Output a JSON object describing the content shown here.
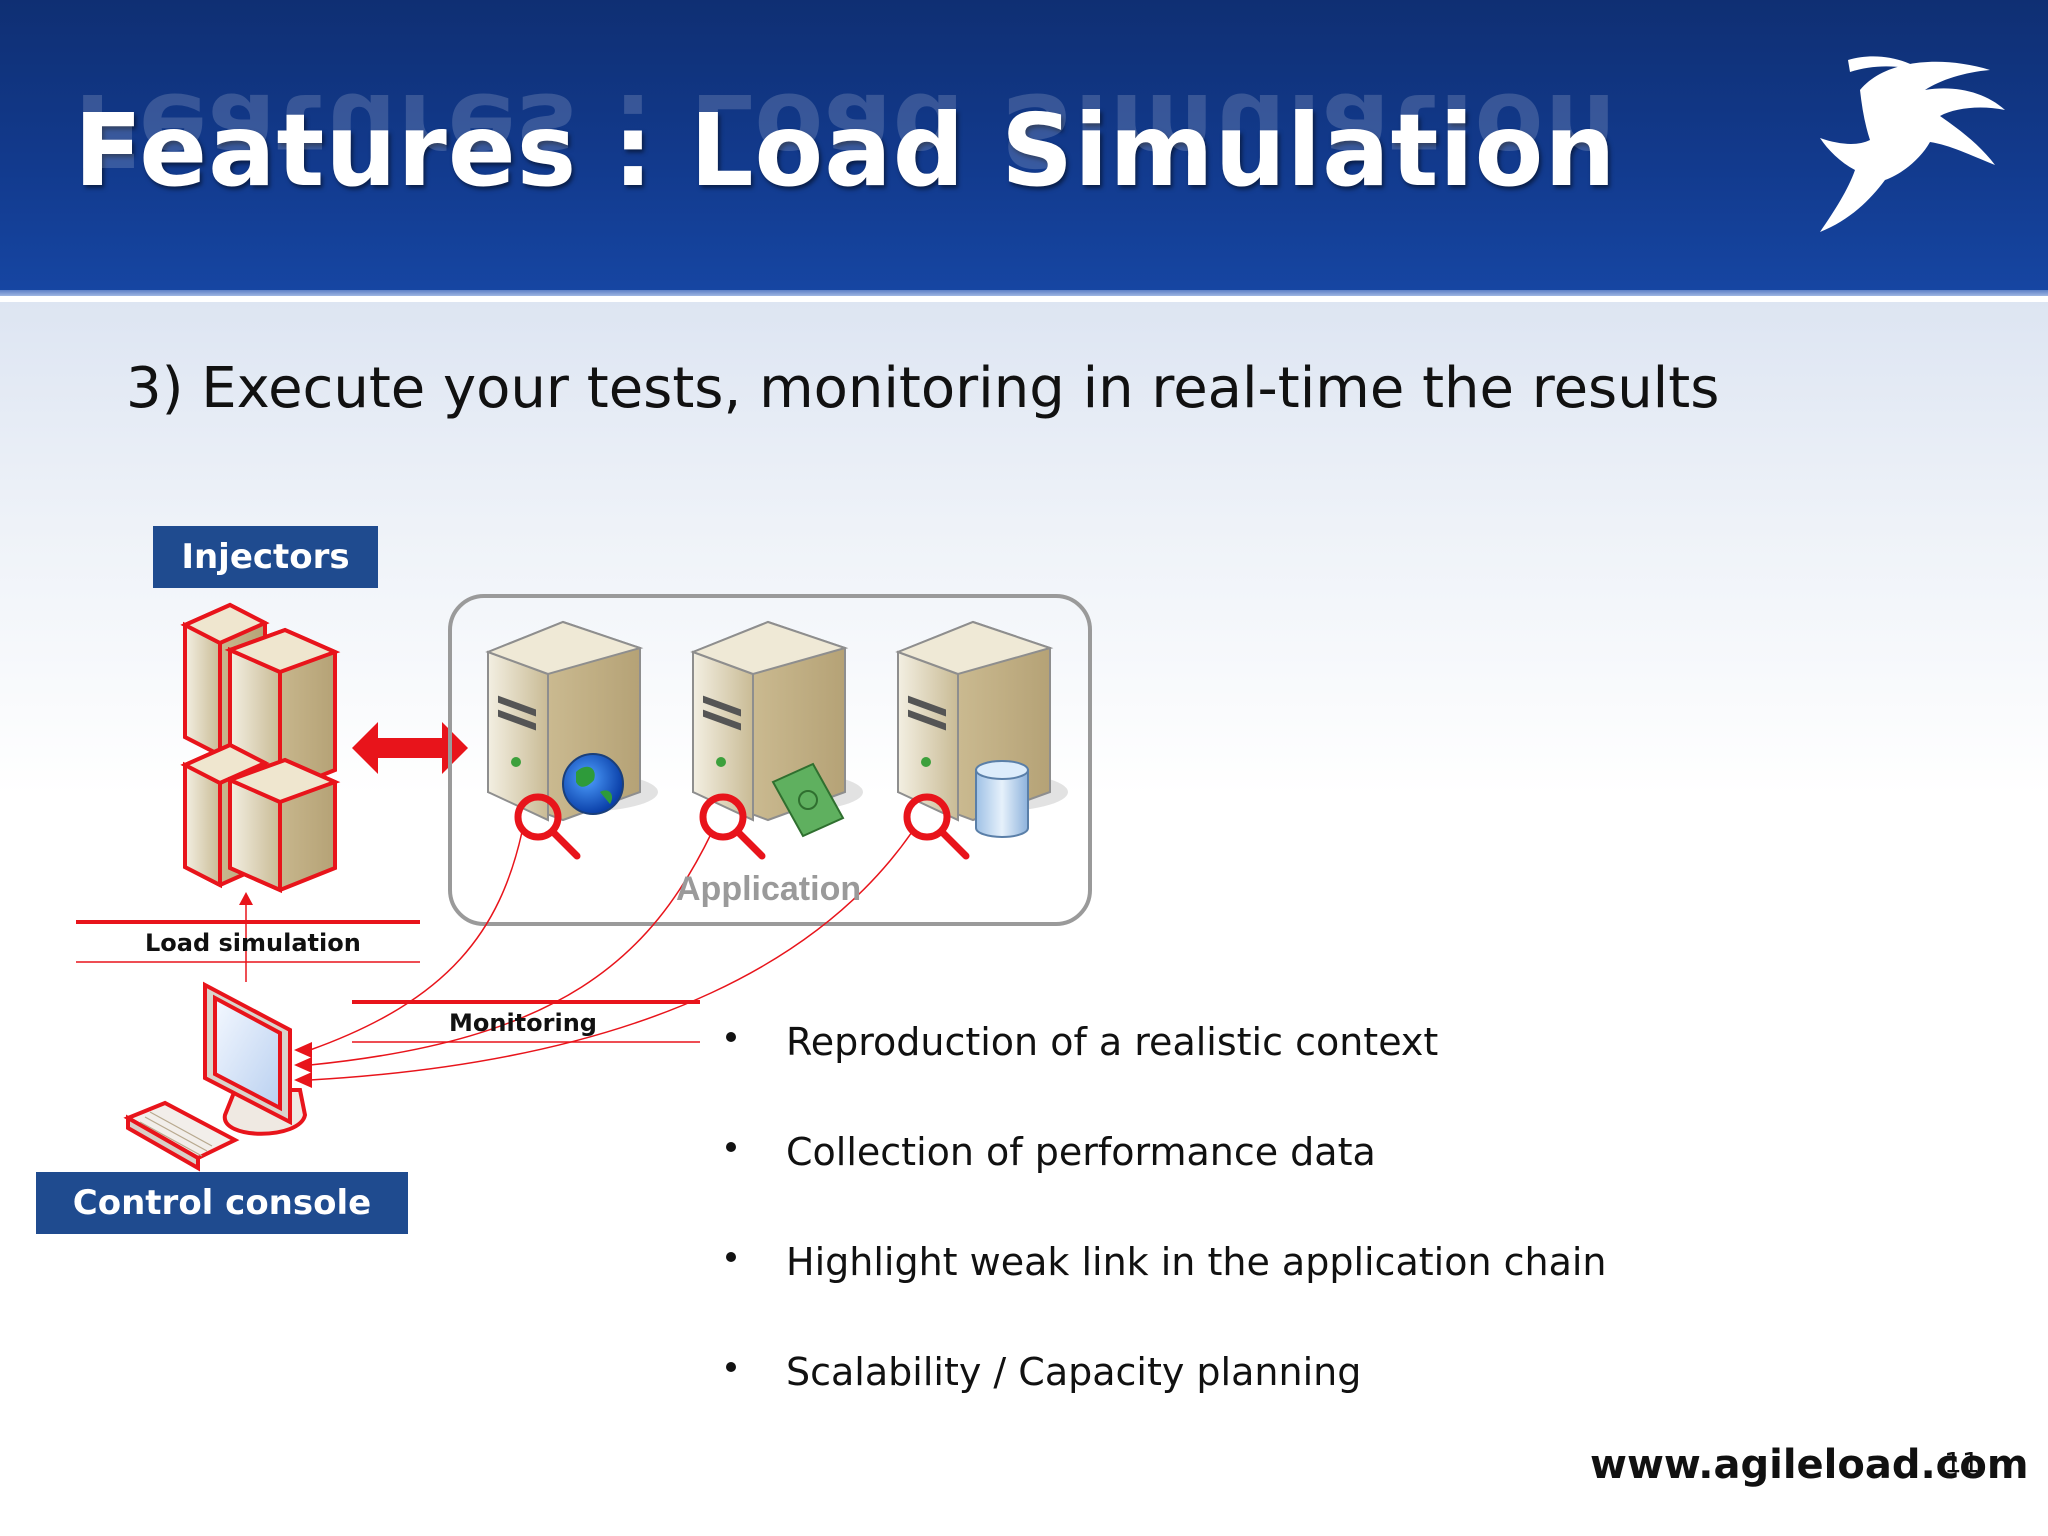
{
  "header": {
    "title": "Features : Load Simulation",
    "logo": "gazelle-logo",
    "background": "#123a8d"
  },
  "subtitle": "3) Execute your tests, monitoring in real-time the results",
  "diagram": {
    "injectors_label": "Injectors",
    "console_label": "Control console",
    "load_simulation_label": "Load simulation",
    "monitoring_label": "Monitoring",
    "application_label": "Application",
    "server_icons": [
      "web-server-icon",
      "payment-server-icon",
      "database-server-icon"
    ],
    "accent_color": "#e8141b",
    "label_box_color": "#1f4b8f"
  },
  "bullets": [
    "Reproduction of a realistic context",
    "Collection of performance data",
    "Highlight weak link in the application chain",
    "Scalability / Capacity planning"
  ],
  "footer": {
    "url": "www.agileload.com",
    "page_number": "11"
  }
}
